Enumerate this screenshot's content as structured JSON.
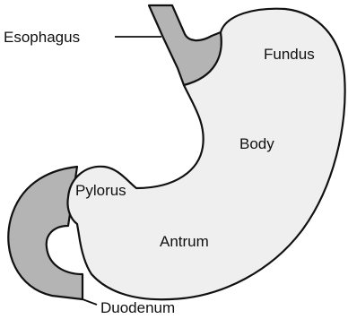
{
  "labels": {
    "esophagus": "Esophagus",
    "fundus": "Fundus",
    "body": "Body",
    "pylorus": "Pylorus",
    "antrum": "Antrum",
    "duodenum": "Duodenum"
  },
  "colors": {
    "stomach_fill": "#efefef",
    "tube_fill": "#b4b4b4",
    "outline": "#111111",
    "background": "#ffffff"
  }
}
